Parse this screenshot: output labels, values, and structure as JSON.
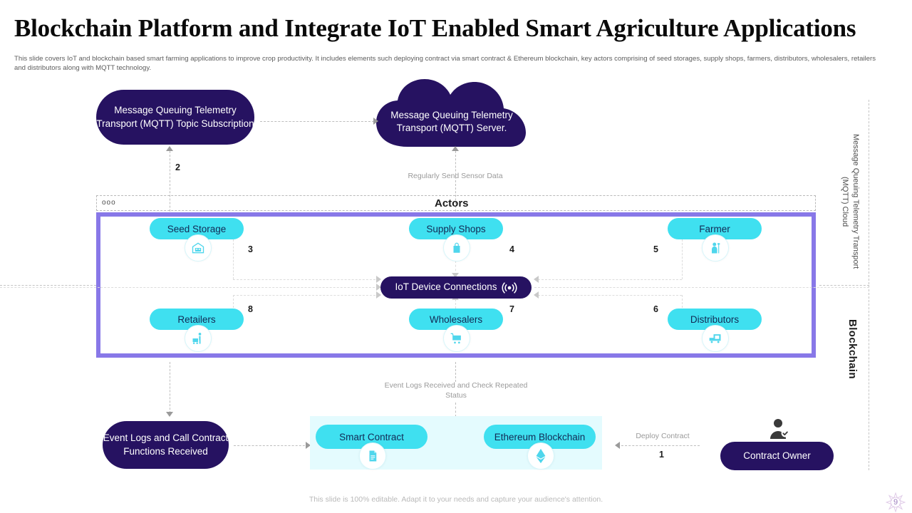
{
  "header": {
    "title": "Blockchain Platform and Integrate IoT Enabled Smart Agriculture Applications",
    "subtitle": "This slide covers IoT and blockchain based smart farming applications to improve crop productivity.  It includes elements such deploying contract via smart contract & Ethereum blockchain, key actors comprising of seed storages, supply shops, farmers, distributors, wholesalers, retailers and distributors along with MQTT technology."
  },
  "nodes": {
    "mqtt_topic": "Message Queuing Telemetry  Transport (MQTT)  Topic Subscription",
    "mqtt_server": "Message Queuing Telemetry  Transport (MQTT)  Server.",
    "iot_hub": "IoT Device Connections",
    "event_logs": "Event Logs and Call Contract Functions Received",
    "smart_contract": "Smart Contract",
    "ethereum": "Ethereum Blockchain",
    "contract_owner": "Contract Owner"
  },
  "actors": {
    "section_title": "Actors",
    "marker": "ooo",
    "items": [
      {
        "label": "Seed Storage",
        "icon": "warehouse-icon",
        "step": "3"
      },
      {
        "label": "Supply Shops",
        "icon": "shopping-bag-icon",
        "step": "4"
      },
      {
        "label": "Farmer",
        "icon": "farmer-icon",
        "step": "5"
      },
      {
        "label": "Retailers",
        "icon": "retail-cart-icon",
        "step": "8"
      },
      {
        "label": "Wholesalers",
        "icon": "shopping-cart-icon",
        "step": "7"
      },
      {
        "label": "Distributors",
        "icon": "delivery-truck-icon",
        "step": "6"
      }
    ]
  },
  "edge_labels": {
    "sensor_data": "Regularly Send Sensor Data",
    "event_logs_status": "Event Logs Received  and Check Repeated Status",
    "deploy_contract": "Deploy Contract"
  },
  "steps": {
    "deploy": "1",
    "subscribe": "2",
    "seed_storage": "3",
    "supply_shops": "4",
    "farmer": "5",
    "distributors": "6",
    "wholesalers": "7",
    "retailers": "8"
  },
  "side_labels": {
    "mqtt_cloud": "Message Queuing Telemetry Transport (MQTT) Cloud",
    "blockchain": "Blockchain"
  },
  "footer": {
    "note": "This slide is 100% editable. Adapt it to your needs and capture your audience's attention.",
    "page_number": "9"
  },
  "colors": {
    "navy": "#261261",
    "cyan": "#3FE0F0",
    "purple_frame": "#8878E8",
    "panel_bg": "#E4FBFE",
    "muted_text": "#9a9a9a"
  }
}
